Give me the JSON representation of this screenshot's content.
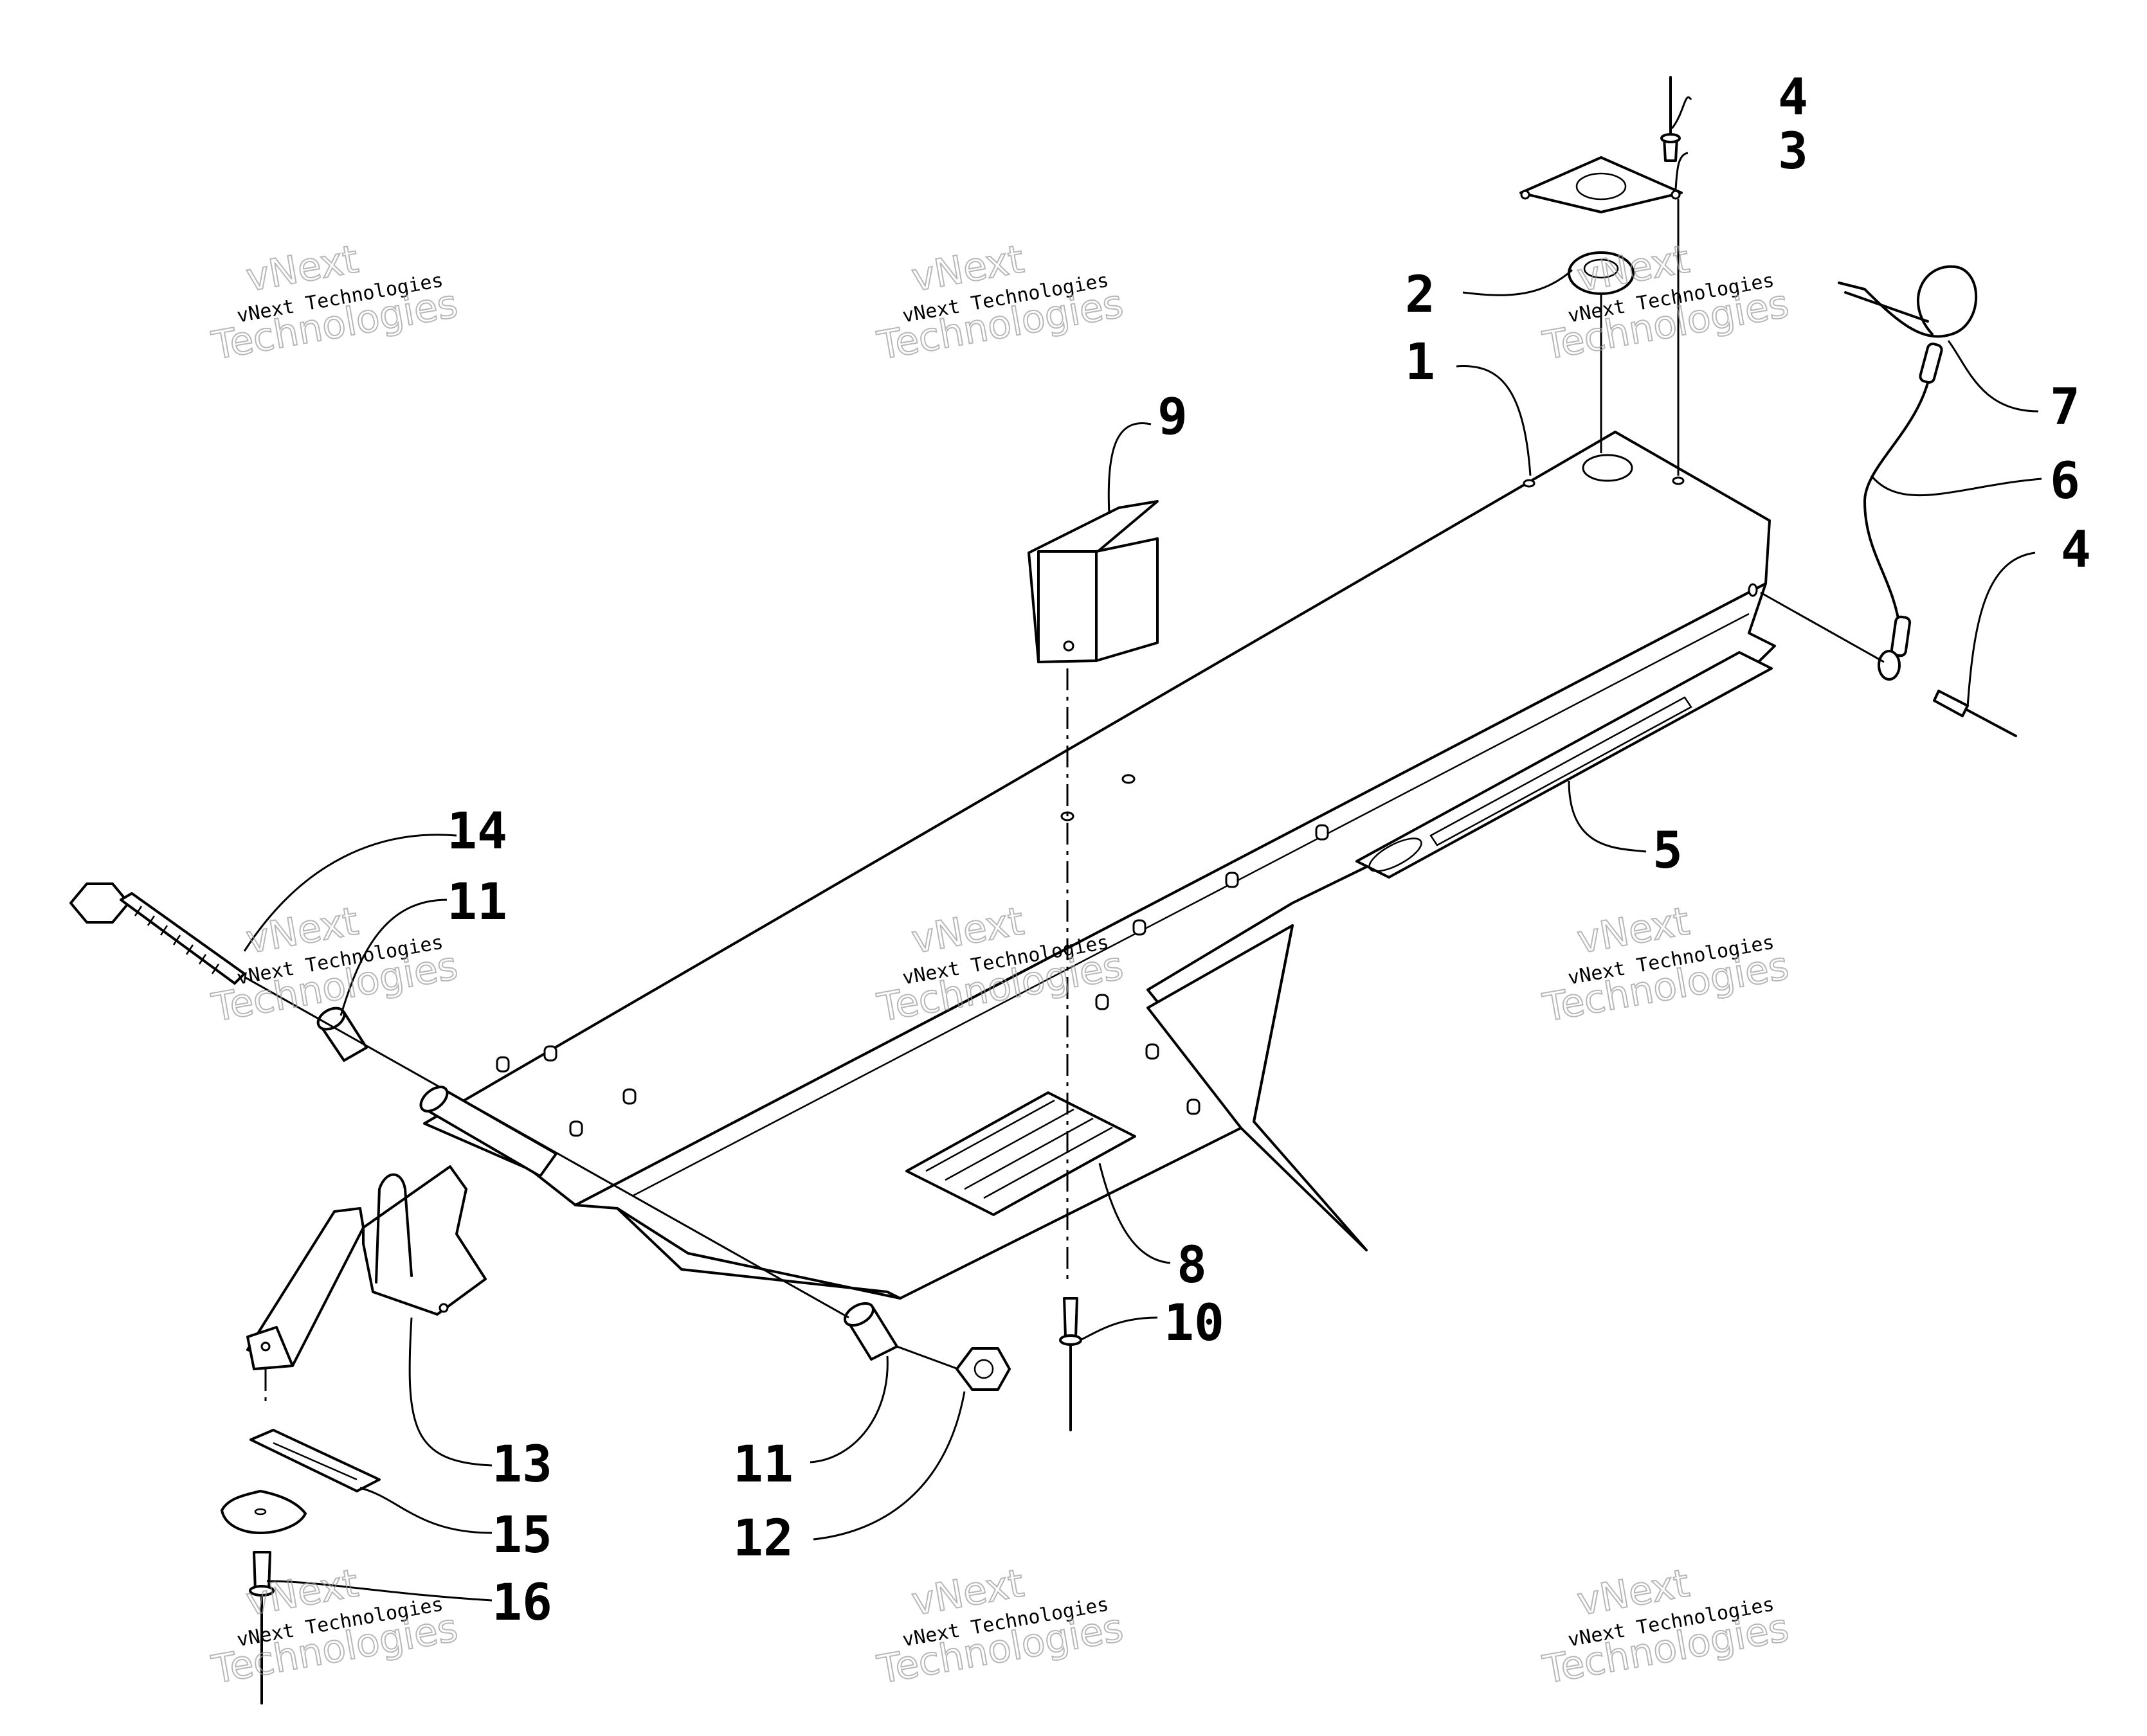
{
  "callouts": {
    "c1": "1",
    "c2": "2",
    "c3": "3",
    "c4a": "4",
    "c4b": "4",
    "c5": "5",
    "c6": "6",
    "c7": "7",
    "c8": "8",
    "c9": "9",
    "c10": "10",
    "c11a": "11",
    "c11b": "11",
    "c12": "12",
    "c13": "13",
    "c14": "14",
    "c15": "15",
    "c16": "16"
  },
  "watermark": {
    "company_small": "vNext Technologies",
    "brand_line1": "vNext",
    "brand_line2": "Technologies"
  }
}
